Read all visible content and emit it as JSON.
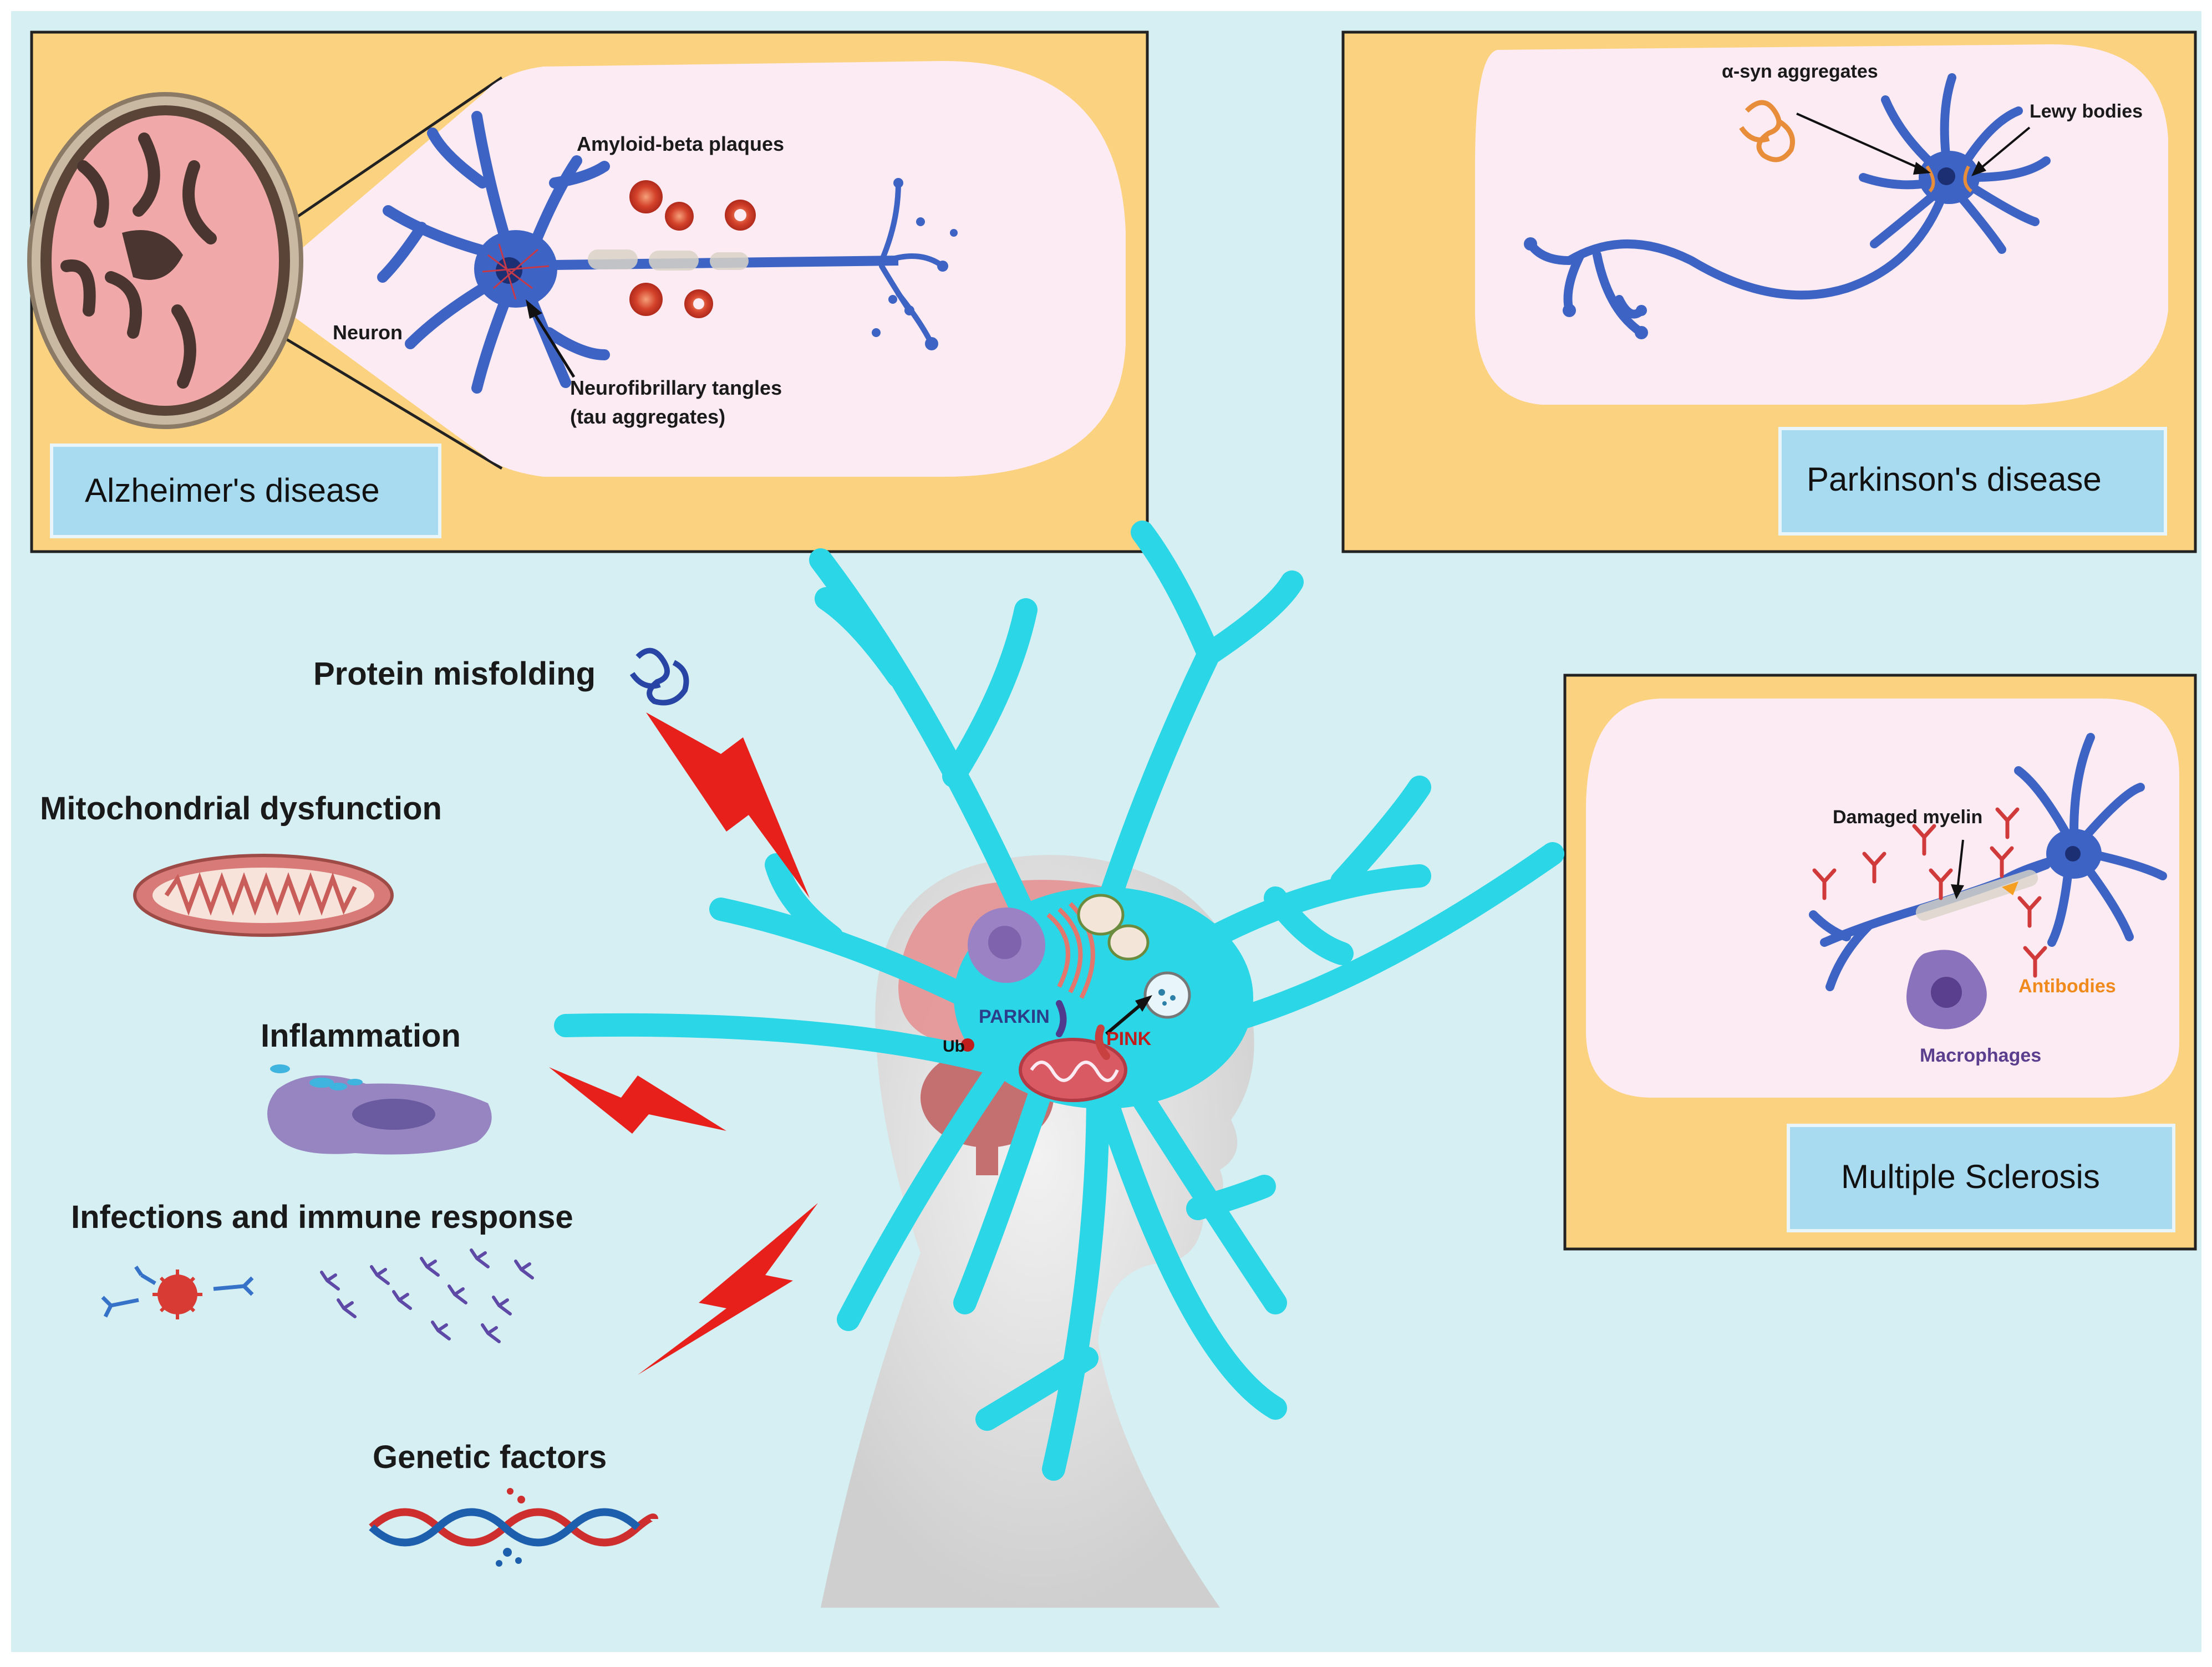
{
  "panels": {
    "alzheimers": {
      "title": "Alzheimer's disease",
      "labels": {
        "amyloid": "Amyloid-beta plaques",
        "neuron": "Neuron",
        "tangles_1": "Neurofibrillary tangles",
        "tangles_2": "(tau aggregates)"
      }
    },
    "parkinsons": {
      "title": "Parkinson's disease",
      "labels": {
        "asyn": "α-syn aggregates",
        "lewy": "Lewy bodies"
      }
    },
    "ms": {
      "title": "Multiple Sclerosis",
      "labels": {
        "myelin": "Damaged myelin",
        "antibodies": "Antibodies",
        "macrophages": "Macrophages"
      }
    }
  },
  "factors": {
    "protein": "Protein misfolding",
    "mito": "Mitochondrial dysfunction",
    "inflammation": "Inflammation",
    "infections": "Infections and  immune response",
    "genetic": "Genetic factors"
  },
  "central": {
    "parkin": "PARKIN",
    "ub": "Ub",
    "pink": "PINK"
  },
  "colors": {
    "background": "#d5eff3",
    "panel_fill": "#fbd27f",
    "panel_inner": "#fcebf2",
    "title_box": "#a8daf0",
    "neuron_cyan": "#2bd6e6",
    "neuron_blue": "#3d63c4",
    "bolt_red": "#e8201b"
  }
}
